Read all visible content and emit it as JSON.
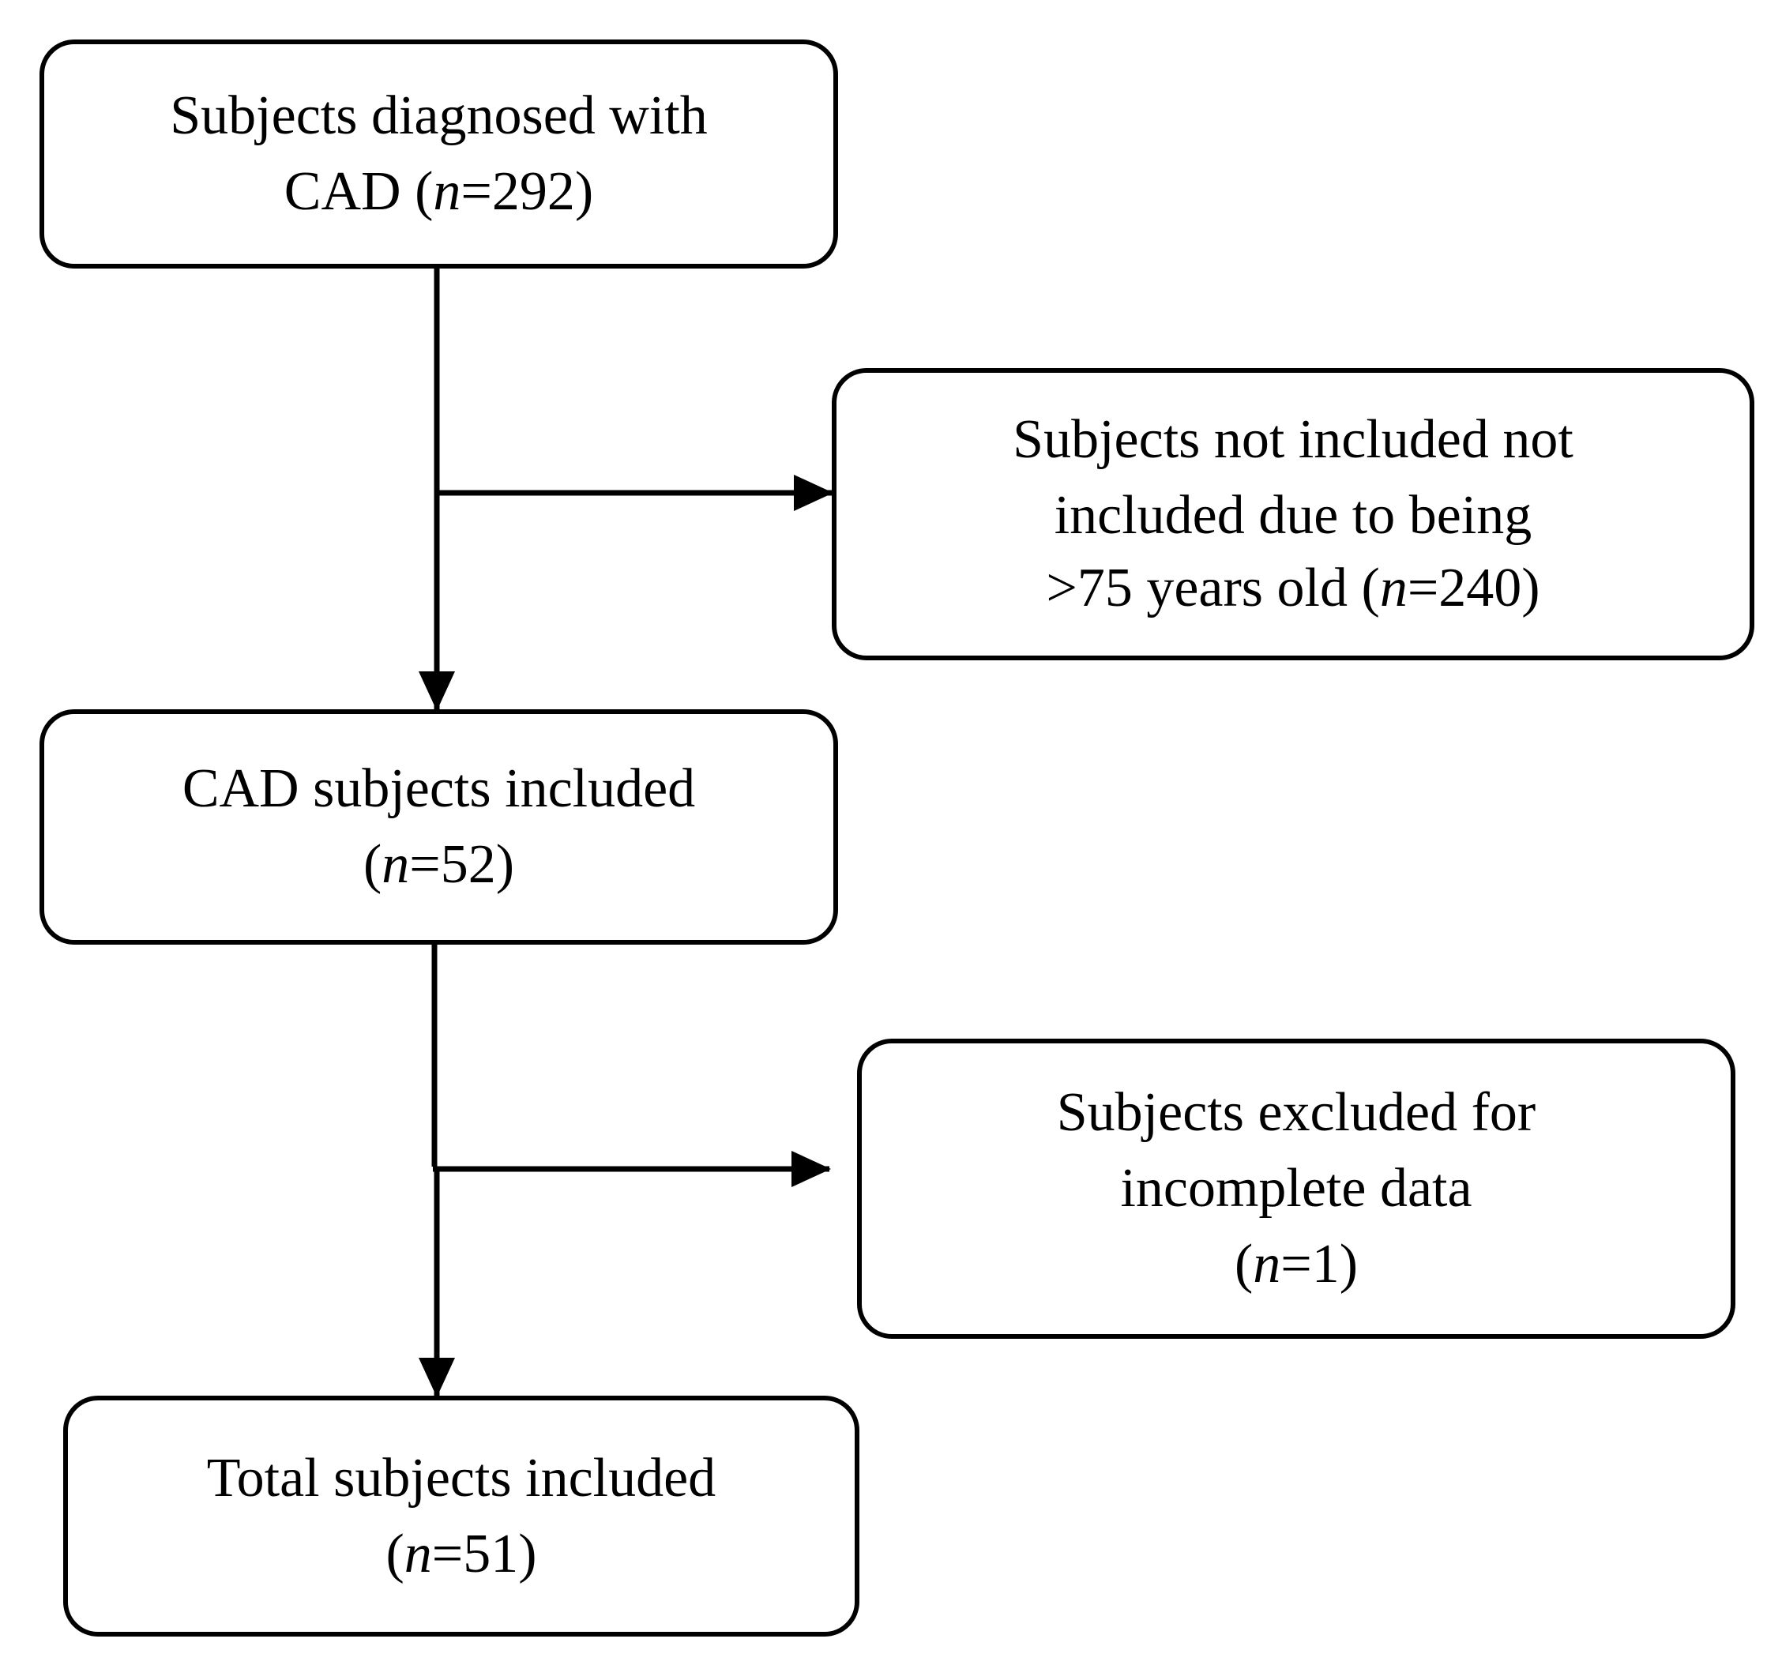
{
  "flow": {
    "diagnosed": {
      "line1": "Subjects diagnosed with",
      "line2_pre": "CAD (",
      "n_symbol": "n",
      "line2_post": "=292)"
    },
    "not_included": {
      "line1": "Subjects not included not",
      "line2": "included due to being",
      "line3_pre": ">75 years old (",
      "n_symbol": "n",
      "line3_post": "=240)"
    },
    "cad_included": {
      "line1": "CAD subjects included",
      "line2_pre": "(",
      "n_symbol": "n",
      "line2_post": "=52)"
    },
    "excluded": {
      "line1": "Subjects excluded for",
      "line2": "incomplete data",
      "line3_pre": "(",
      "n_symbol": "n",
      "line3_post": "=1)"
    },
    "total": {
      "line1": "Total subjects included",
      "line2_pre": "(",
      "n_symbol": "n",
      "line2_post": "=51)"
    }
  },
  "colors": {
    "stroke": "#000000",
    "background": "#ffffff"
  }
}
